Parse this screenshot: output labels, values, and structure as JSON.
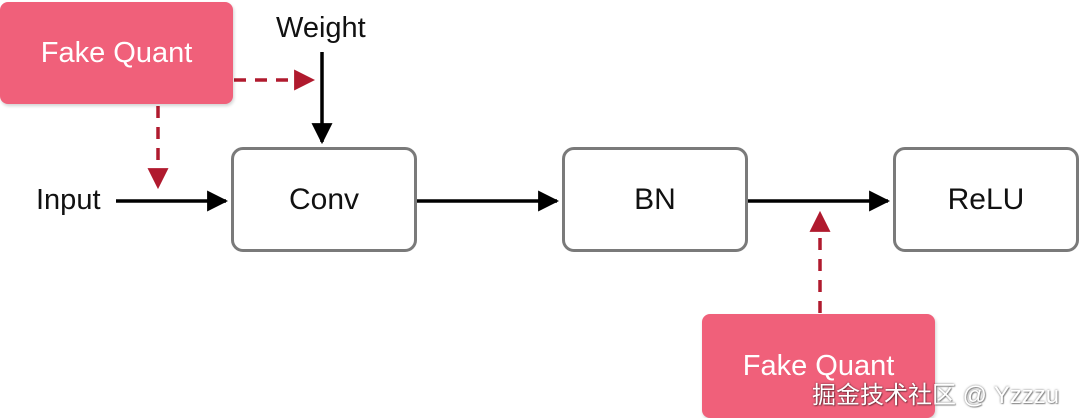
{
  "labels": {
    "weight": "Weight",
    "input": "Input"
  },
  "nodes": {
    "conv": "Conv",
    "bn": "BN",
    "relu": "ReLU"
  },
  "fake_quant": {
    "top": "Fake Quant",
    "bottom": "Fake Quant"
  },
  "watermark": "掘金技术社区 @ Yzzzu",
  "colors": {
    "fake_quant_fill": "#f0607a",
    "dashed_arrow": "#b01a2e",
    "solid_arrow": "#000000",
    "node_border": "#7a7a7a"
  }
}
